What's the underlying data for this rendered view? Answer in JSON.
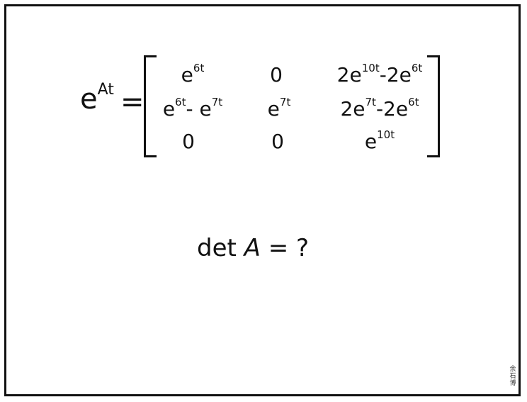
{
  "lhs": {
    "base": "e",
    "exponent": "At",
    "equals": "="
  },
  "matrix": {
    "rows": [
      [
        {
          "base": "e",
          "exp": "6t"
        },
        {
          "text": "0"
        },
        {
          "c1": "2",
          "b1": "e",
          "e1": "10t",
          "op": "-",
          "c2": "2",
          "b2": "e",
          "e2": "6t"
        }
      ],
      [
        {
          "b1": "e",
          "e1": "6t",
          "op": "- ",
          "b2": "e",
          "e2": "7t"
        },
        {
          "base": "e",
          "exp": "7t"
        },
        {
          "c1": "2",
          "b1": "e",
          "e1": "7t",
          "op": "-",
          "c2": "2",
          "b2": "e",
          "e2": "6t"
        }
      ],
      [
        {
          "text": "0"
        },
        {
          "text": "0"
        },
        {
          "base": "e",
          "exp": "10t"
        }
      ]
    ]
  },
  "question": {
    "det": "det",
    "A": "A",
    "equals": "=",
    "q": "?"
  },
  "signature": {
    "glyphs": [
      "余",
      "石",
      "博"
    ]
  }
}
